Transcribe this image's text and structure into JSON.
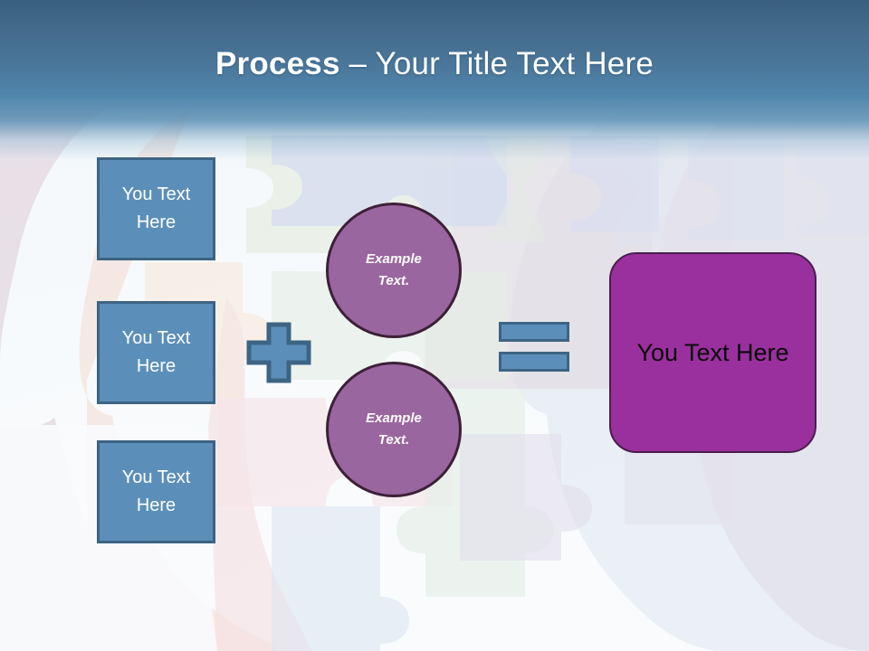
{
  "slide": {
    "title": {
      "bold_part": "Process",
      "normal_part": " – Your Title Text Here",
      "full": "Process – Your Title Text Here"
    },
    "colors": {
      "header_top": "#3a5f7e",
      "header_bottom": "#5186ac",
      "input_box_fill": "#5b8fb9",
      "input_box_border": "#3d6483",
      "circle_fill": "#9a669f",
      "circle_border": "#3d2038",
      "result_fill": "#9a309e",
      "result_border": "#4a1d4e",
      "operator_fill": "#5b8fb9",
      "operator_border": "#3d6483",
      "canvas": "#f5f9fc"
    },
    "inputs": [
      {
        "label": "You Text Here"
      },
      {
        "label": "You Text Here"
      },
      {
        "label": "You Text Here"
      }
    ],
    "operators": {
      "plus": "+",
      "equals": "="
    },
    "circles": [
      {
        "label": "Example Text."
      },
      {
        "label": "Example Text."
      }
    ],
    "result": {
      "label": "You Text Here"
    }
  }
}
